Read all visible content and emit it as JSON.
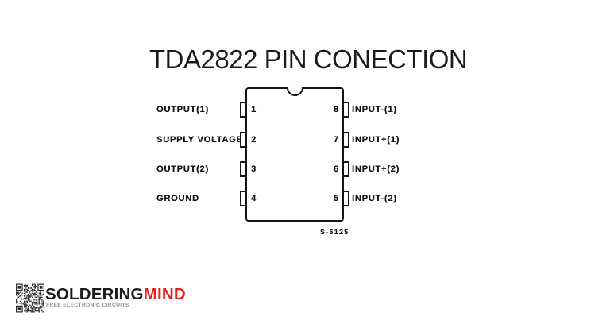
{
  "page": {
    "title": "TDA2822 PIN CONECTION",
    "background_color": "#ffffff",
    "ink_color": "#141414"
  },
  "diagram": {
    "component": "TDA2822",
    "package": "DIP-8",
    "figure_label": "S-6125",
    "left_pins": [
      {
        "number": "1",
        "label": "OUTPUT(1)"
      },
      {
        "number": "2",
        "label": "SUPPLY VOLTAGE"
      },
      {
        "number": "3",
        "label": "OUTPUT(2)"
      },
      {
        "number": "4",
        "label": "GROUND"
      }
    ],
    "right_pins": [
      {
        "number": "8",
        "label": "INPUT-(1)"
      },
      {
        "number": "7",
        "label": "INPUT+(1)"
      },
      {
        "number": "6",
        "label": "INPUT+(2)"
      },
      {
        "number": "5",
        "label": "INPUT-(2)"
      }
    ]
  },
  "footer": {
    "brand_primary": "SOLDERING",
    "brand_secondary": "MIND",
    "tagline": "FREE ELECTRONIC CIRCUITS",
    "colors": {
      "brand_secondary": "#e8211d",
      "tagline": "#8c8c8c"
    }
  }
}
